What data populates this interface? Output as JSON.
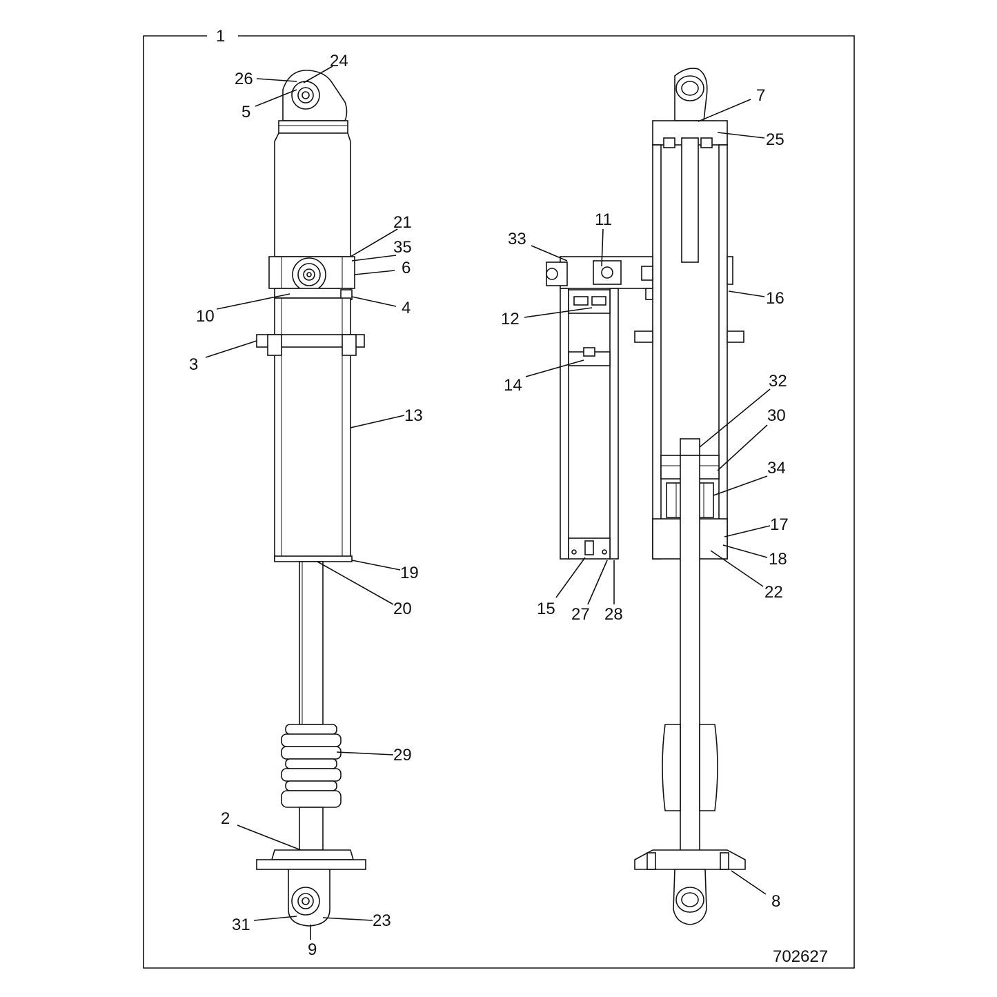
{
  "diagram": {
    "assembly_label": "1",
    "drawing_number": "702627",
    "callouts": [
      {
        "id": "2",
        "text": "2"
      },
      {
        "id": "3",
        "text": "3"
      },
      {
        "id": "4",
        "text": "4"
      },
      {
        "id": "5",
        "text": "5"
      },
      {
        "id": "6",
        "text": "6"
      },
      {
        "id": "7",
        "text": "7"
      },
      {
        "id": "8",
        "text": "8"
      },
      {
        "id": "9",
        "text": "9"
      },
      {
        "id": "10",
        "text": "10"
      },
      {
        "id": "11",
        "text": "11"
      },
      {
        "id": "12",
        "text": "12"
      },
      {
        "id": "13",
        "text": "13"
      },
      {
        "id": "14",
        "text": "14"
      },
      {
        "id": "15",
        "text": "15"
      },
      {
        "id": "16",
        "text": "16"
      },
      {
        "id": "17",
        "text": "17"
      },
      {
        "id": "18",
        "text": "18"
      },
      {
        "id": "19",
        "text": "19"
      },
      {
        "id": "20",
        "text": "20"
      },
      {
        "id": "21",
        "text": "21"
      },
      {
        "id": "22",
        "text": "22"
      },
      {
        "id": "23",
        "text": "23"
      },
      {
        "id": "24",
        "text": "24"
      },
      {
        "id": "25",
        "text": "25"
      },
      {
        "id": "26",
        "text": "26"
      },
      {
        "id": "27",
        "text": "27"
      },
      {
        "id": "28",
        "text": "28"
      },
      {
        "id": "29",
        "text": "29"
      },
      {
        "id": "30",
        "text": "30"
      },
      {
        "id": "31",
        "text": "31"
      },
      {
        "id": "32",
        "text": "32"
      },
      {
        "id": "33",
        "text": "33"
      },
      {
        "id": "34",
        "text": "34"
      },
      {
        "id": "35",
        "text": "35"
      }
    ]
  }
}
